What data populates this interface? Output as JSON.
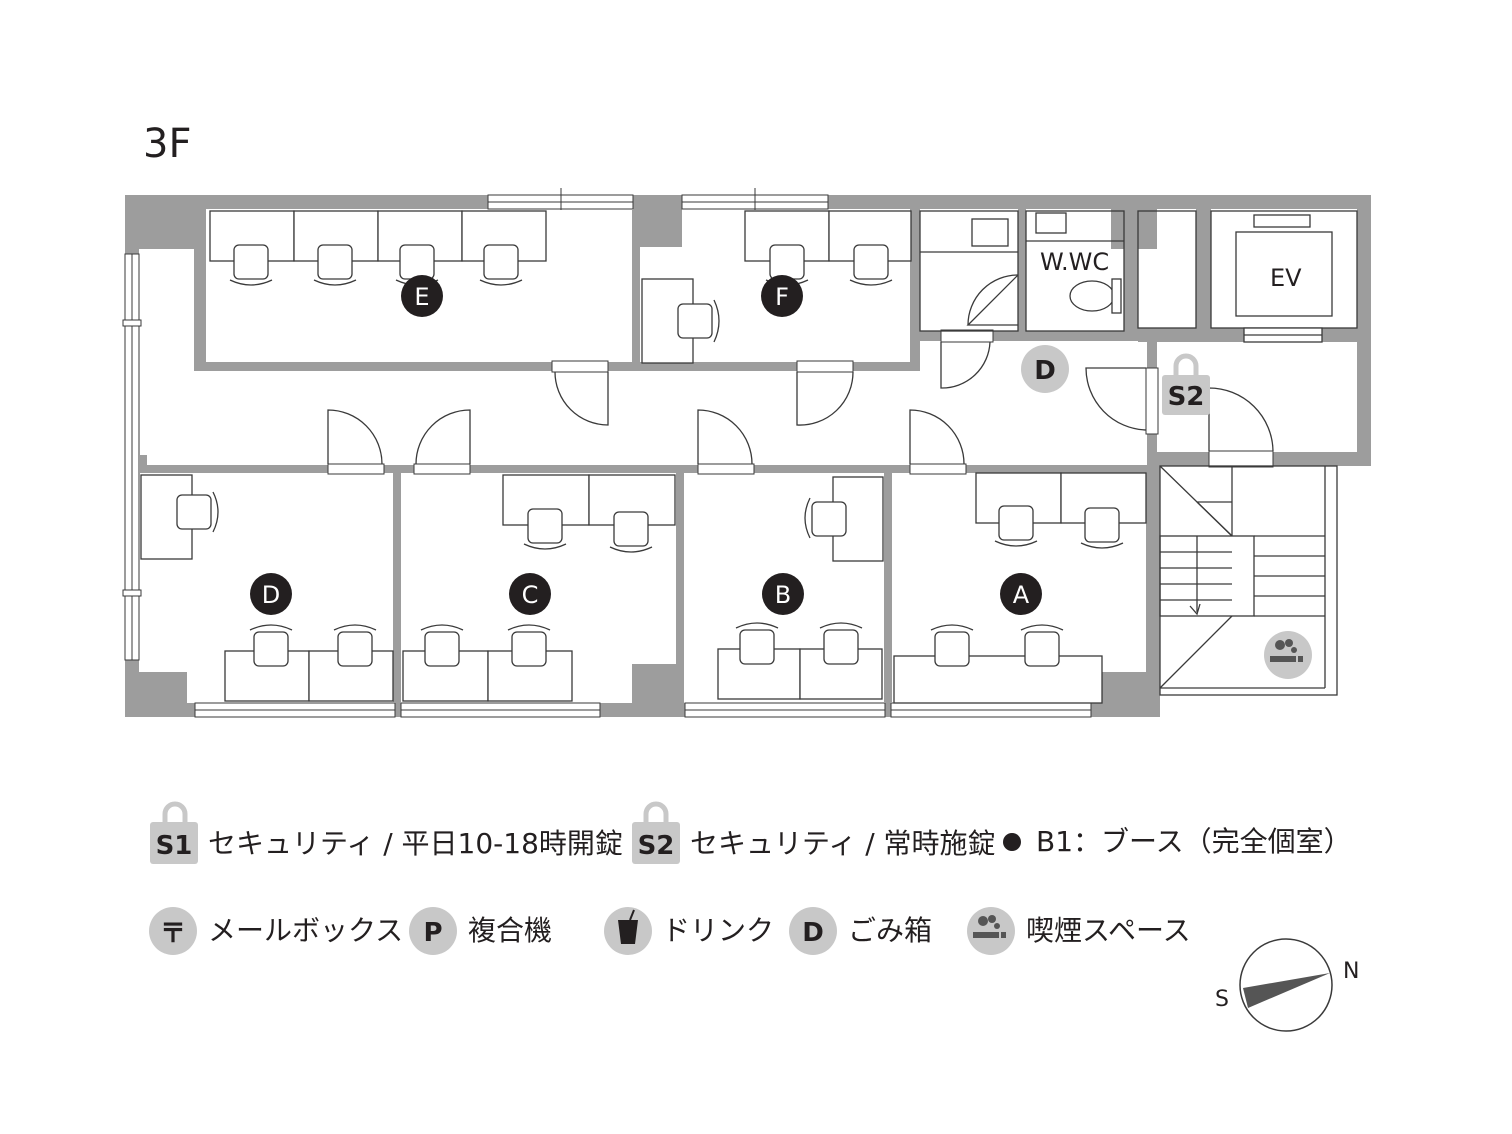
{
  "floor": {
    "title": "3F"
  },
  "rooms": [
    {
      "id": "A",
      "label": "A"
    },
    {
      "id": "B",
      "label": "B"
    },
    {
      "id": "C",
      "label": "C"
    },
    {
      "id": "D",
      "label": "D"
    },
    {
      "id": "E",
      "label": "E"
    },
    {
      "id": "F",
      "label": "F"
    }
  ],
  "utilities": {
    "wc": "W.WC",
    "elevator": "EV"
  },
  "badges": {
    "trash": "D",
    "security_s2": "S2"
  },
  "legend": {
    "s1": {
      "badge": "S1",
      "text": "セキュリティ / 平日10-18時開錠"
    },
    "s2": {
      "badge": "S2",
      "text": "セキュリティ / 常時施錠"
    },
    "booth": {
      "text": "B1：ブース（完全個室）"
    },
    "mailbox": {
      "badge": "〒",
      "text": "メールボックス"
    },
    "copier": {
      "badge": "P",
      "text": "複合機"
    },
    "drink": {
      "text": "ドリンク"
    },
    "trash": {
      "badge": "D",
      "text": "ごみ箱"
    },
    "smoking": {
      "text": "喫煙スペース"
    }
  },
  "compass": {
    "north": "N",
    "south": "S"
  },
  "colors": {
    "wall": "#9d9d9d",
    "badge_dark": "#231f20",
    "badge_light": "#c8c8c8"
  }
}
